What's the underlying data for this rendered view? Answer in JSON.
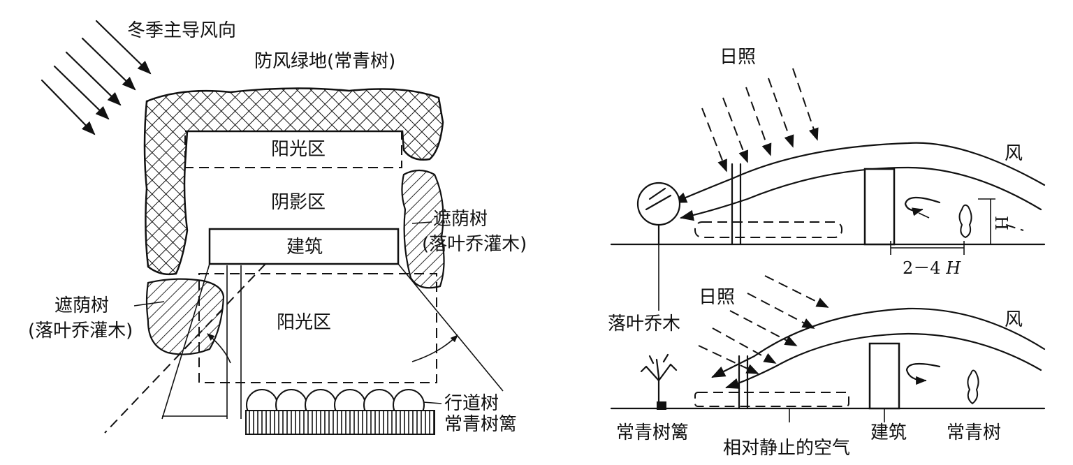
{
  "left_diagram": {
    "wind_label": "冬季主导风向",
    "windbreak_label": "防风绿地(常青树)",
    "sun_zone_top": "阳光区",
    "shadow_zone": "阴影区",
    "shade_trees_right": "遮荫树",
    "shade_trees_right_sub": "(落叶乔灌木)",
    "building": "建筑",
    "shade_trees_left": "遮荫树",
    "shade_trees_left_sub": "(落叶乔灌木)",
    "sun_zone_bottom": "阳光区",
    "street_trees": "行道树",
    "evergreen_hedge": "常青树篱"
  },
  "right_top": {
    "sunlight": "日照",
    "wind": "风",
    "distance": "2－4",
    "distance_unit": "H",
    "height_mark": "H"
  },
  "right_bottom": {
    "sunlight": "日照",
    "wind": "风",
    "deciduous_tree": "落叶乔木",
    "evergreen_hedge": "常青树篱",
    "still_air": "相对静止的空气",
    "building": "建筑",
    "evergreen_tree": "常青树"
  }
}
